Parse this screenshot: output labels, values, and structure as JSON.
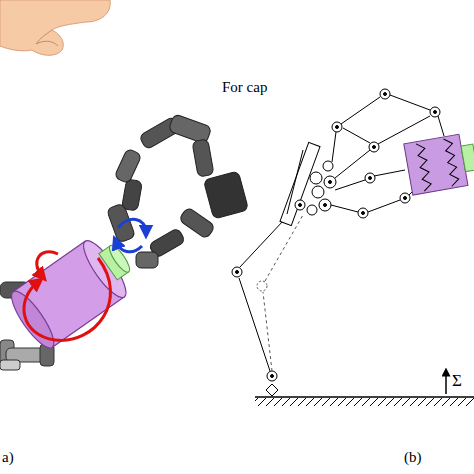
{
  "diagram": {
    "labels": [
      "For cap",
      "a)",
      "(b)",
      "Σ"
    ]
  }
}
